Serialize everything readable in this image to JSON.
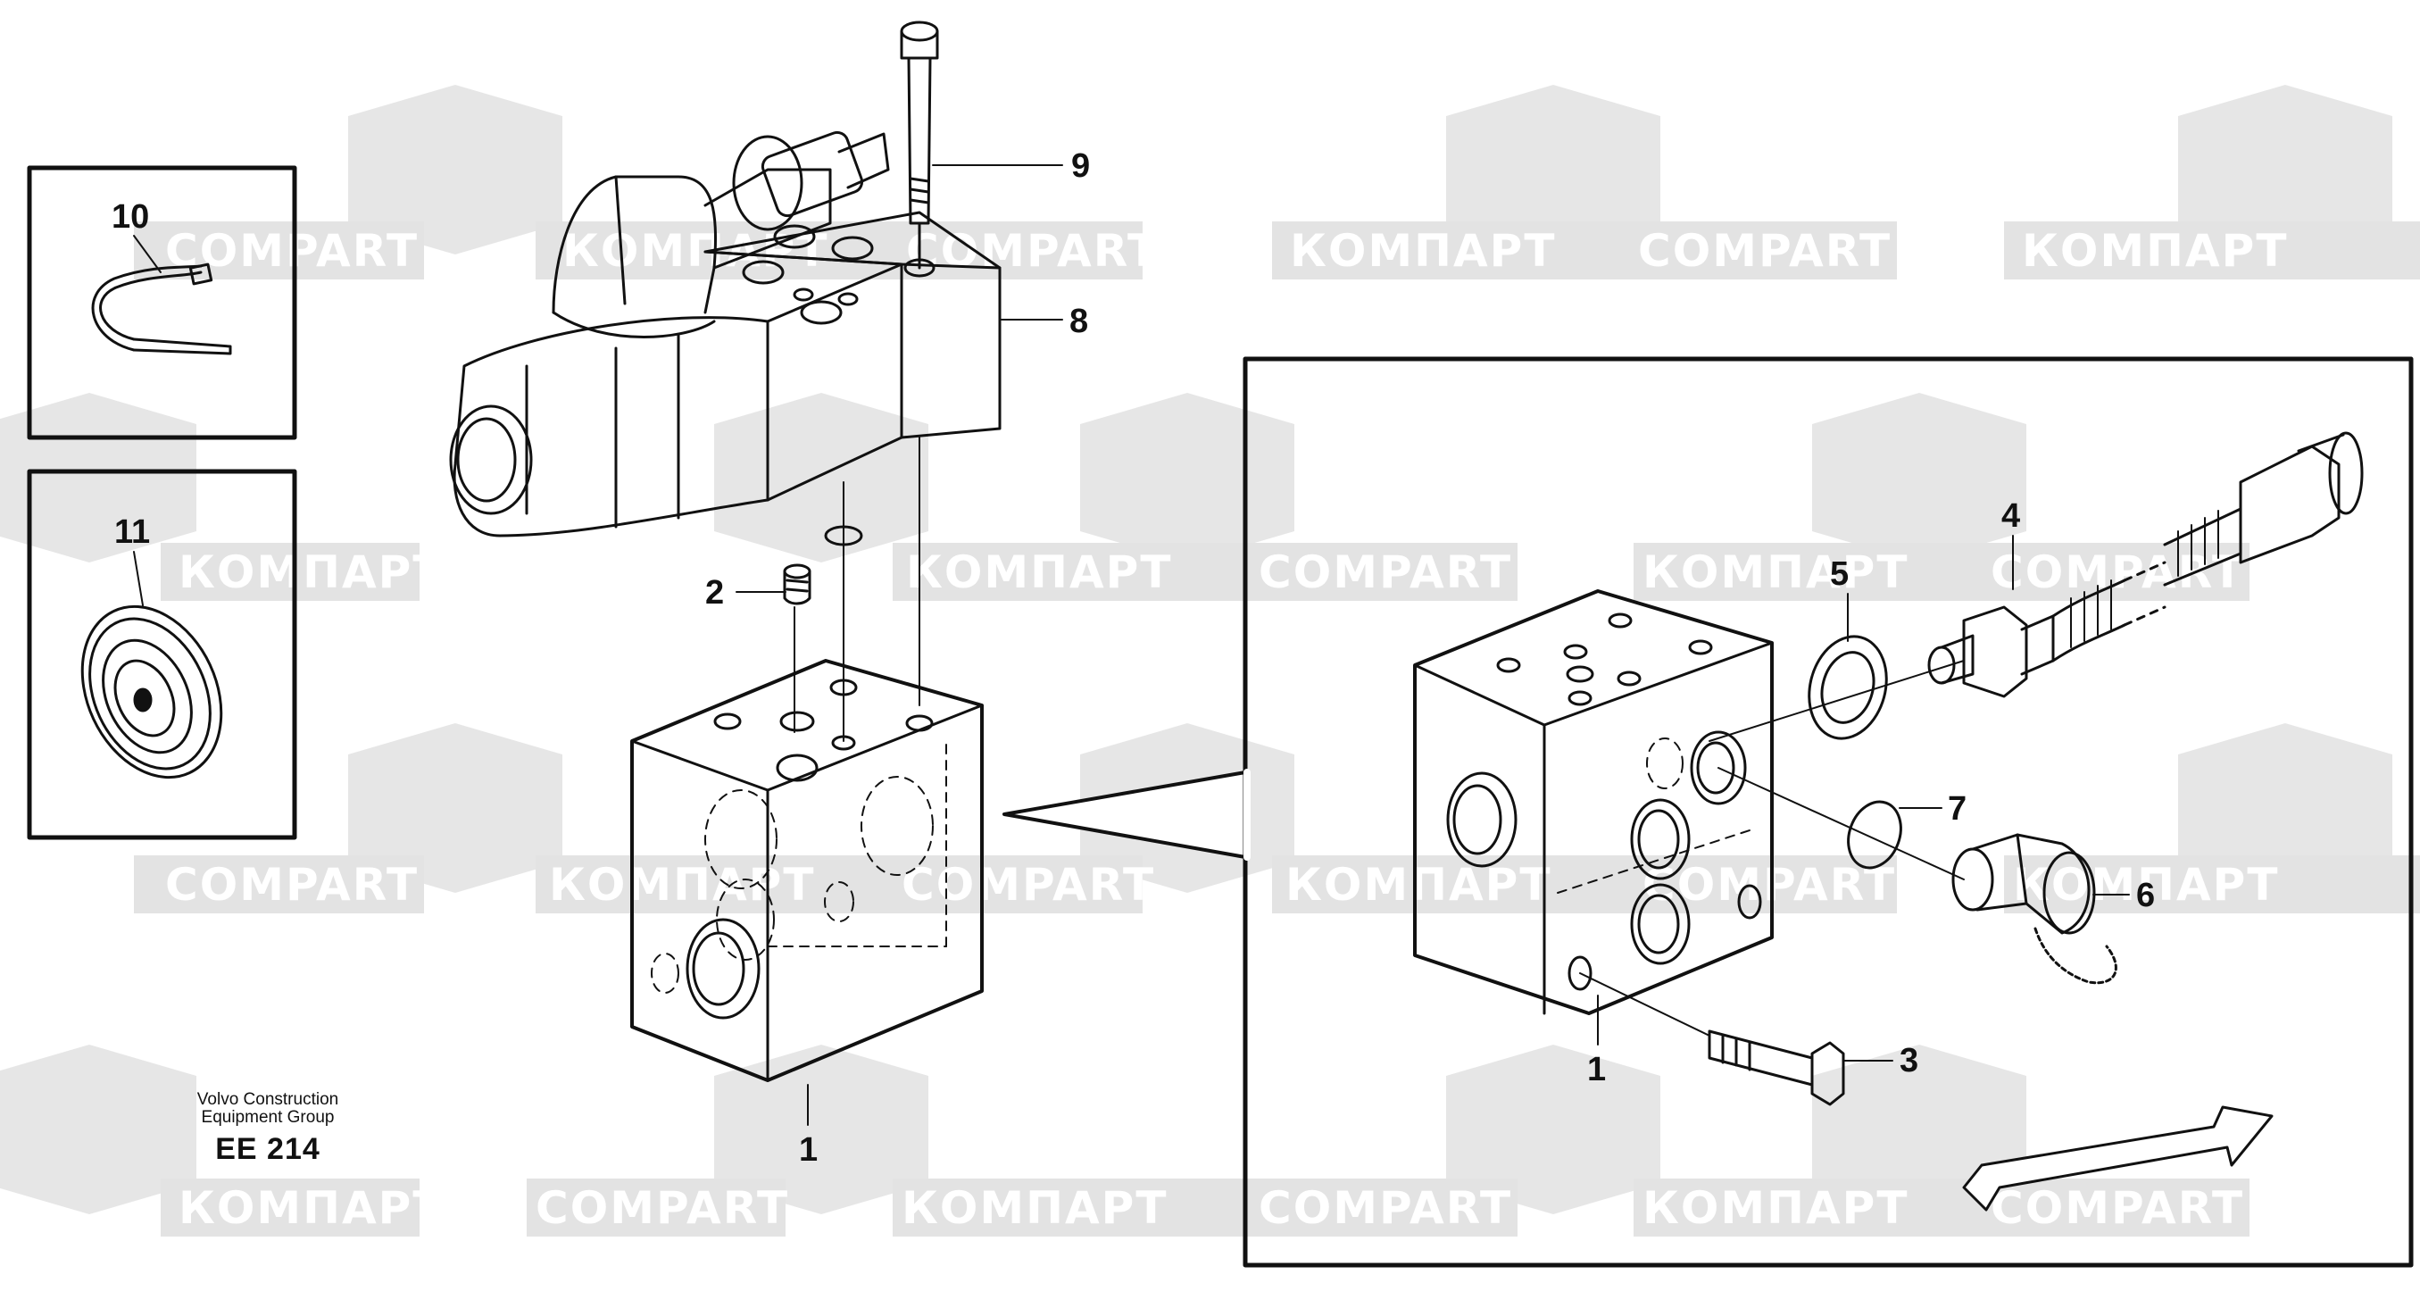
{
  "watermark": {
    "brand_cyrillic": "КОМПАРТ",
    "brand_latin": "COMPART",
    "color": "#dcdcdc"
  },
  "callouts": {
    "c1_left": "1",
    "c1_right": "1",
    "c2": "2",
    "c3": "3",
    "c4": "4",
    "c5": "5",
    "c6": "6",
    "c7": "7",
    "c8": "8",
    "c9": "9",
    "c10": "10",
    "c11": "11"
  },
  "caption": {
    "group_line1": "Volvo Construction",
    "group_line2": "Equipment Group",
    "code": "EE 214"
  },
  "colors": {
    "line": "#111111",
    "background": "#ffffff"
  }
}
